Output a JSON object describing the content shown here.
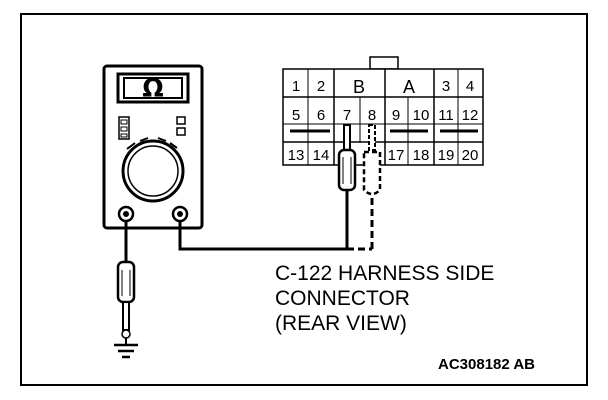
{
  "meter": {
    "display": "Ω"
  },
  "connector": {
    "top_row": [
      "1",
      "2",
      "B",
      "A",
      "3",
      "4"
    ],
    "mid_row": [
      "5",
      "6",
      "7",
      "8",
      "9",
      "10",
      "11",
      "12"
    ],
    "bottom_row": [
      "13",
      "14",
      "17",
      "18",
      "19",
      "20"
    ]
  },
  "caption": {
    "line1": "C-122 HARNESS SIDE",
    "line2": "CONNECTOR",
    "line3": "(REAR VIEW)"
  },
  "figure_code": "AC308182 AB"
}
